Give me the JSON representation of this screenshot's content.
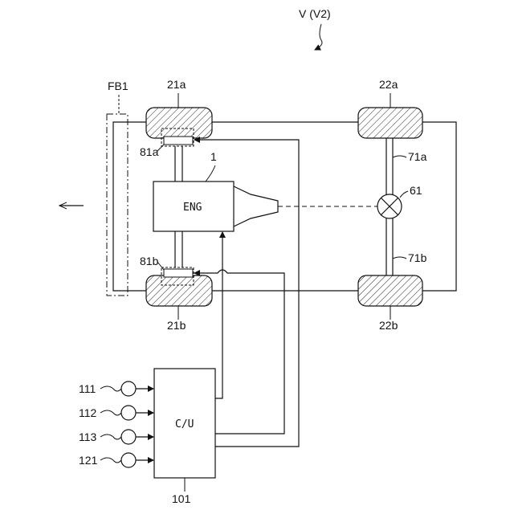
{
  "title": "V (V2)",
  "labels": {
    "front_body": "FB1",
    "wheel_front_left": "21a",
    "wheel_front_right": "21b",
    "wheel_rear_left": "22a",
    "wheel_rear_right": "22b",
    "engine_ref": "1",
    "engine": "ENG",
    "differential": "61",
    "axle_rear_left": "71a",
    "axle_rear_right": "71b",
    "brake_left": "81a",
    "brake_right": "81b",
    "control_unit": "C/U",
    "control_unit_ref": "101",
    "sensor_1": "111",
    "sensor_2": "112",
    "sensor_3": "113",
    "sensor_4": "121"
  }
}
